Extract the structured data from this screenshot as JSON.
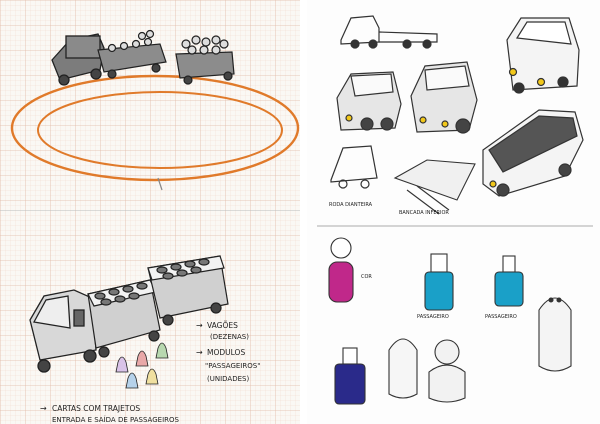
{
  "annotations": {
    "vagoes": "VAGÕES",
    "dezenas": "(DEZENAS)",
    "modulos": "MODULOS",
    "passageiros": "\"PASSAGEIROS\"",
    "unidades": "(UNIDADES)",
    "cartas_line1": "CARTAS COM TRAJETOS",
    "cartas_line2": "ENTRADA E SAÍDA DE PASSAGEIROS",
    "roda_dianteira": "RODA DIANTEIRA",
    "bancada_inferior": "BANCADA INFERIOR",
    "cor": "COR",
    "passageiro_a": "PASSAGEIRO",
    "passageiro_b": "PASSAGEIRO"
  },
  "colors": {
    "grid_line": "#e8c8b8",
    "track_orange": "#e07a2a",
    "passenger_magenta": "#c0288a",
    "passenger_cyan": "#1aa0c8",
    "passenger_navy": "#2a2a8a",
    "headlight_yellow": "#f2c81a",
    "pencil": "#333333"
  }
}
